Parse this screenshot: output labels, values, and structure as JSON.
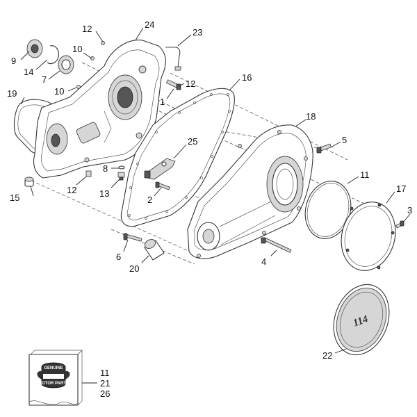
{
  "callouts": {
    "c1": "1",
    "c2": "2",
    "c3": "3",
    "c4": "4",
    "c5": "5",
    "c6": "6",
    "c7": "7",
    "c8": "8",
    "c9": "9",
    "c10a": "10",
    "c10b": "10",
    "c11": "11",
    "c12a": "12",
    "c12b": "12",
    "c12c": "12",
    "c13": "13",
    "c14": "14",
    "c15": "15",
    "c16": "16",
    "c17": "17",
    "c18": "18",
    "c19": "19",
    "c20": "20",
    "c22": "22",
    "c23": "23",
    "c24": "24",
    "c25": "25"
  },
  "kit": {
    "labels": [
      "11",
      "21",
      "26"
    ],
    "badge_top": "GENUINE",
    "badge_bottom": "MOTOR PARTS"
  },
  "cover_logo": "114"
}
